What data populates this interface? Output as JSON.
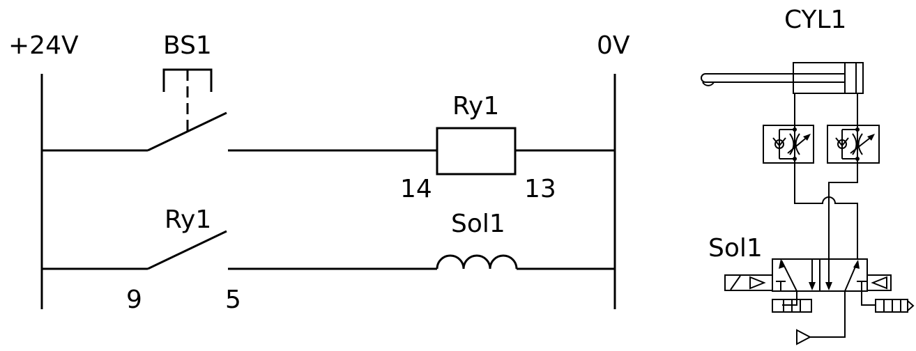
{
  "ladder": {
    "positive_rail_label": "+24V",
    "negative_rail_label": "0V",
    "rung1": {
      "switch_label": "BS1",
      "relay_coil_label": "Ry1",
      "coil_terminal_left": "14",
      "coil_terminal_right": "13"
    },
    "rung2": {
      "contact_label": "Ry1",
      "contact_terminal_left": "9",
      "contact_terminal_right": "5",
      "solenoid_label": "Sol1"
    }
  },
  "pneumatic": {
    "cylinder_label": "CYL1",
    "valve_solenoid_label": "Sol1"
  },
  "colors": {
    "line": "#000000",
    "background": "#ffffff"
  }
}
